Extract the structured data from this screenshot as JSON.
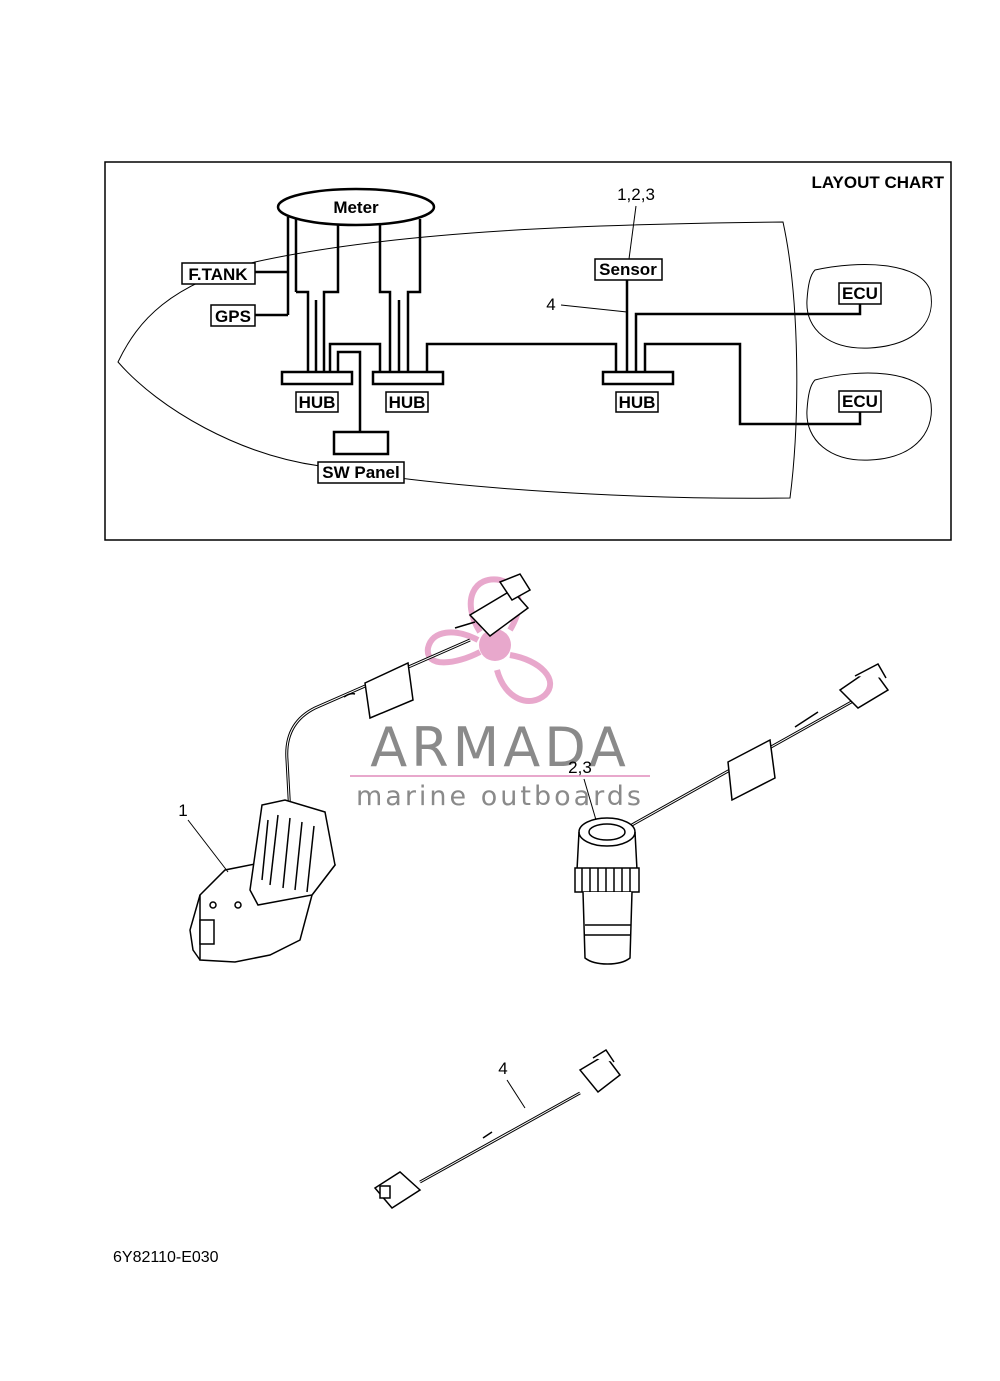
{
  "layout_chart": {
    "title": "LAYOUT CHART",
    "components": {
      "meter": "Meter",
      "ftank": "F.TANK",
      "gps": "GPS",
      "sensor": "Sensor",
      "hub1": "HUB",
      "hub2": "HUB",
      "hub3": "HUB",
      "sw_panel": "SW Panel",
      "ecu1": "ECU",
      "ecu2": "ECU"
    },
    "callouts": {
      "sensor_refs": "1,2,3",
      "cable_ref": "4"
    }
  },
  "parts": {
    "transducer_ref": "1",
    "sensor_ref": "2,3",
    "cable_ref": "4"
  },
  "watermark": {
    "brand": "ARMADA",
    "tagline": "marine outboards",
    "accent_color": "#e8a8cc"
  },
  "footer": {
    "diagram_code": "6Y82110-E030"
  }
}
